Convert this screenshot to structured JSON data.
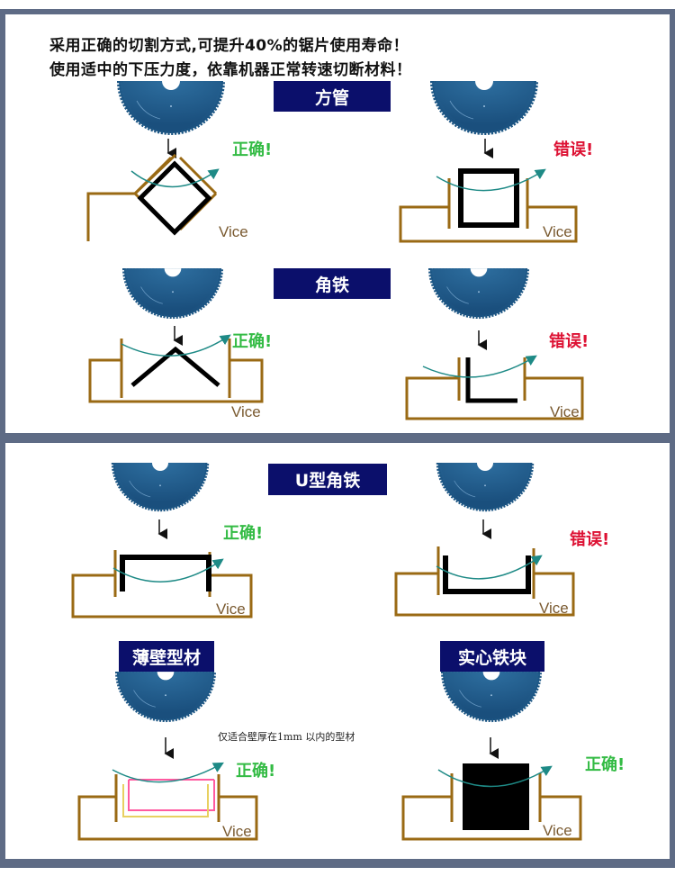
{
  "intro": {
    "line1": "采用正确的切割方式,可提升40%的锯片使用寿命！",
    "line2": "使用适中的下压力度，依靠机器正常转速切断材料！"
  },
  "colors": {
    "frame": "#5e6b85",
    "label_bg": "#0b0f6b",
    "correct": "#33bb44",
    "wrong": "#dd1133",
    "vice": "#9a6a14",
    "blade": "#1f5a8a",
    "arc": "#1e8a86"
  },
  "sections": [
    {
      "id": "square-tube",
      "label": "方管",
      "left_verdict": "正确!",
      "right_verdict": "错误!",
      "vice_label": "Vice"
    },
    {
      "id": "angle-iron",
      "label": "角铁",
      "left_verdict": "正确!",
      "right_verdict": "错误!",
      "vice_label": "Vice"
    },
    {
      "id": "u-channel",
      "label": "U型角铁",
      "left_verdict": "正确!",
      "right_verdict": "错误!",
      "vice_label": "Vice"
    },
    {
      "id": "thin-wall",
      "label": "薄壁型材",
      "verdict": "正确!",
      "note": "仅适合壁厚在1mm 以内的型材",
      "vice_label": "Vice"
    },
    {
      "id": "solid-block",
      "label": "实心铁块",
      "verdict": "正确!",
      "vice_label": "Vice"
    }
  ]
}
